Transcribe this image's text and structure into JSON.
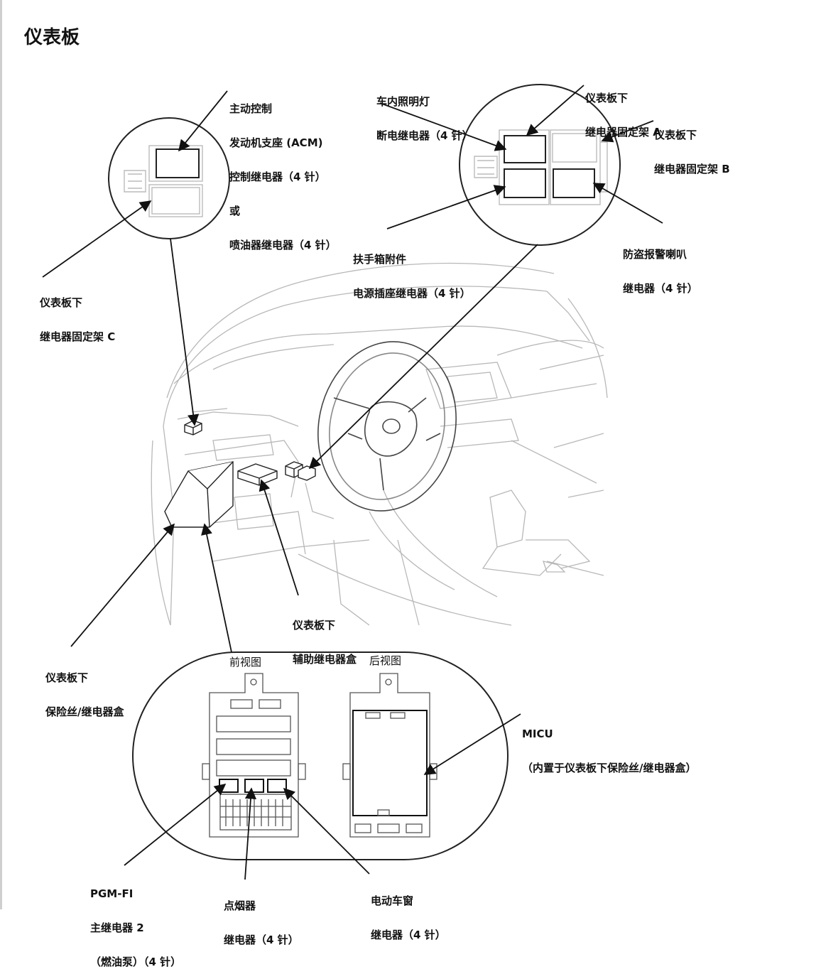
{
  "page": {
    "title": "仪表板"
  },
  "callouts": {
    "acm": [
      "主动控制",
      "发动机支座 (ACM)",
      "控制继电器（4 针）",
      "或",
      "喷油器继电器（4 针）"
    ],
    "bracket_c": [
      "仪表板下",
      "继电器固定架 C"
    ],
    "interior_light": [
      "车内照明灯",
      "断电继电器（4 针）"
    ],
    "bracket_a": [
      "仪表板下",
      "继电器固定架 A"
    ],
    "bracket_b": [
      "仪表板下",
      "继电器固定架 B"
    ],
    "glovebox": [
      "扶手箱附件",
      "电源插座继电器（4 针）"
    ],
    "alarm_horn": [
      "防盗报警喇叭",
      "继电器（4 针）"
    ],
    "aux_relay_box": [
      "仪表板下",
      "辅助继电器盒"
    ],
    "fuse_relay_box": [
      "仪表板下",
      "保险丝/继电器盒"
    ],
    "front_view": "前视图",
    "rear_view": "后视图",
    "micu": [
      "MICU",
      "（内置于仪表板下保险丝/继电器盒）"
    ],
    "pgm_fi": [
      "PGM-FI",
      "主继电器 2",
      "（燃油泵）（4 针）"
    ],
    "cigar": [
      "点烟器",
      "继电器（4 针）"
    ],
    "power_window": [
      "电动车窗",
      "继电器（4 针）"
    ]
  }
}
